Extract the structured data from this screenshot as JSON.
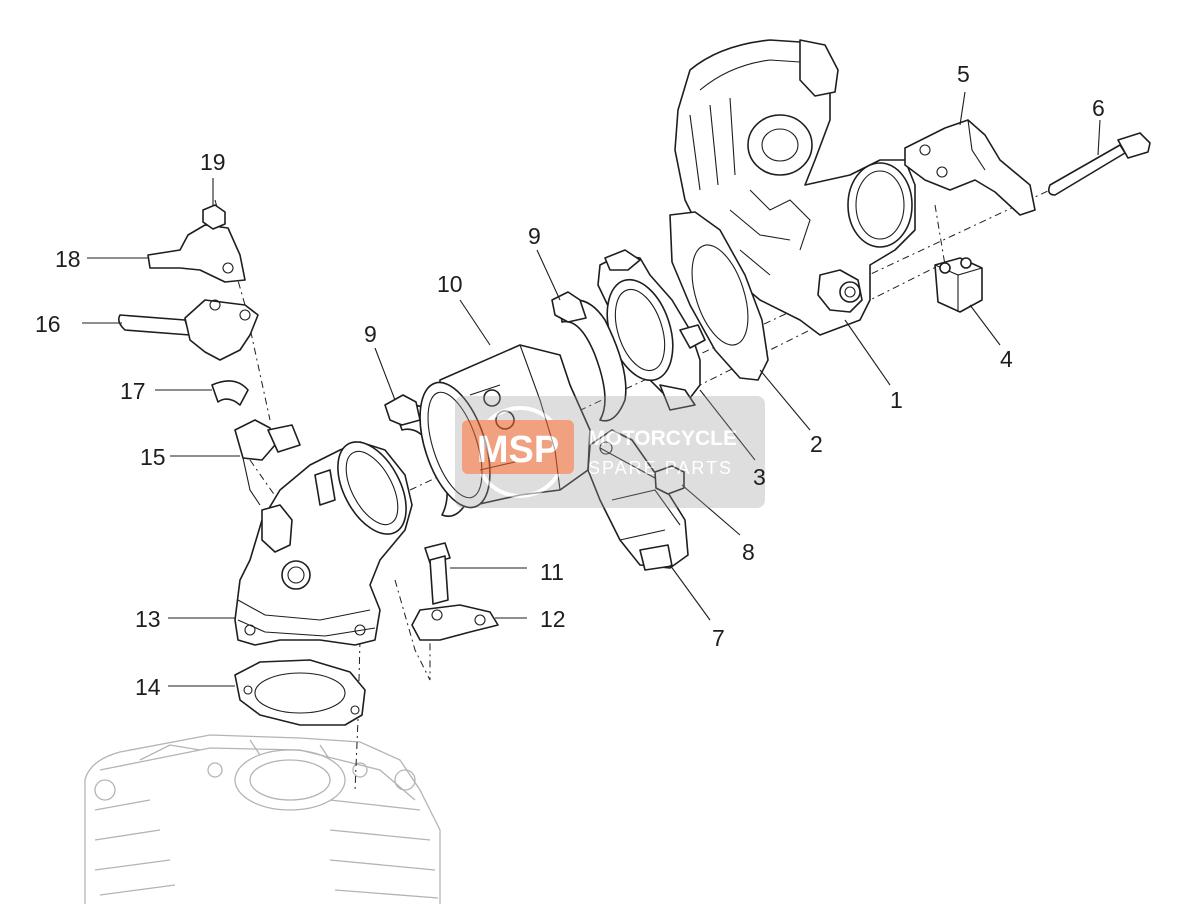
{
  "callouts": [
    {
      "id": "1",
      "text": "1"
    },
    {
      "id": "2",
      "text": "2"
    },
    {
      "id": "3",
      "text": "3"
    },
    {
      "id": "4",
      "text": "4"
    },
    {
      "id": "5",
      "text": "5"
    },
    {
      "id": "6",
      "text": "6"
    },
    {
      "id": "7",
      "text": "7"
    },
    {
      "id": "8",
      "text": "8"
    },
    {
      "id": "9a",
      "text": "9"
    },
    {
      "id": "9b",
      "text": "9"
    },
    {
      "id": "10",
      "text": "10"
    },
    {
      "id": "11",
      "text": "11"
    },
    {
      "id": "12",
      "text": "12"
    },
    {
      "id": "13",
      "text": "13"
    },
    {
      "id": "14",
      "text": "14"
    },
    {
      "id": "15",
      "text": "15"
    },
    {
      "id": "16",
      "text": "16"
    },
    {
      "id": "17",
      "text": "17"
    },
    {
      "id": "18",
      "text": "18"
    },
    {
      "id": "19",
      "text": "19"
    }
  ],
  "watermark": {
    "logo_text": "MSP",
    "line1": "MOTORCYCLE",
    "line2": "SPARE PARTS",
    "accent_color": "#e8632b",
    "panel_color": "#9a9a9a"
  },
  "colors": {
    "line": "#1e1e1e",
    "ghost_line": "#b4b4b4",
    "background": "#ffffff"
  }
}
